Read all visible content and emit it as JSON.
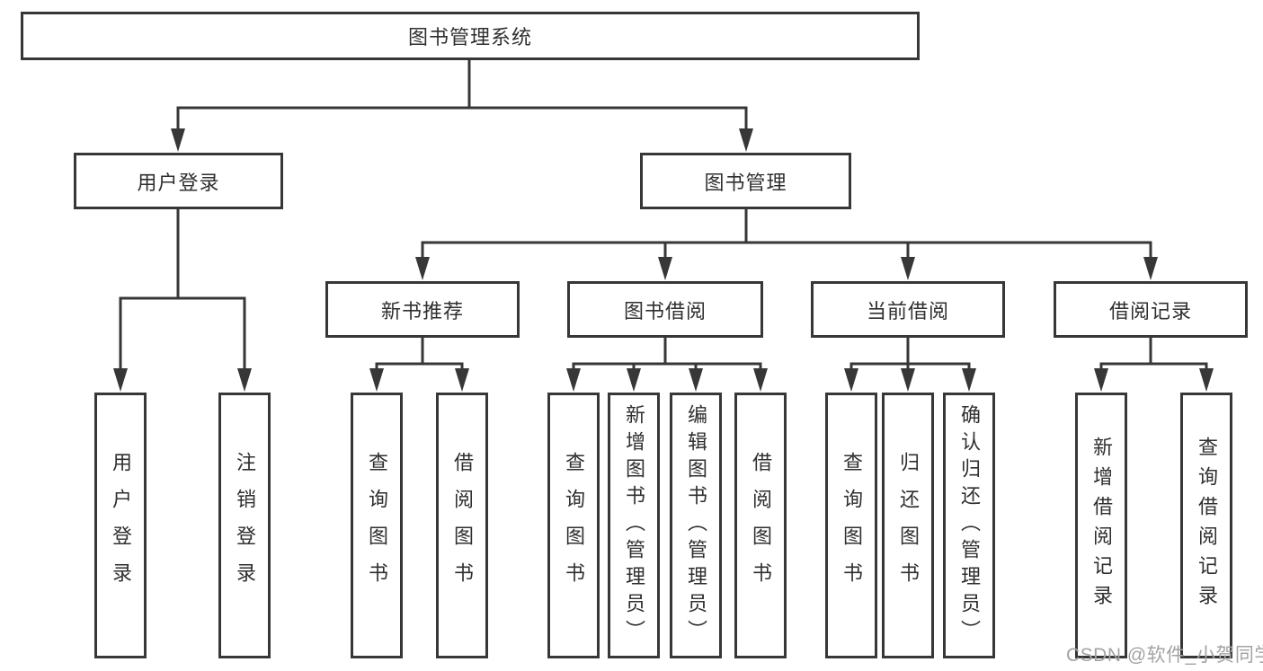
{
  "diagram": {
    "title": "图书管理系统",
    "level2": [
      {
        "label": "用户登录"
      },
      {
        "label": "图书管理"
      }
    ],
    "level3": [
      {
        "label": "新书推荐"
      },
      {
        "label": "图书借阅"
      },
      {
        "label": "当前借阅"
      },
      {
        "label": "借阅记录"
      }
    ],
    "leaves": {
      "login": [
        "用户登录",
        "注销登录"
      ],
      "new_book": [
        "查询图书",
        "借阅图书"
      ],
      "book_borrow": [
        "查询图书",
        "新增图书（管理员）",
        "编辑图书（管理员）",
        "借阅图书"
      ],
      "current_borrow": [
        "查询图书",
        "归还图书",
        "确认归还（管理员）"
      ],
      "borrow_record": [
        "新增借阅记录",
        "查询借阅记录"
      ]
    },
    "colors": {
      "line": "#373737",
      "text": "#2f2f2f",
      "watermark": "#a3a3a3",
      "background": "#ffffff"
    }
  },
  "watermark": "CSDN @软件_小贺同学"
}
